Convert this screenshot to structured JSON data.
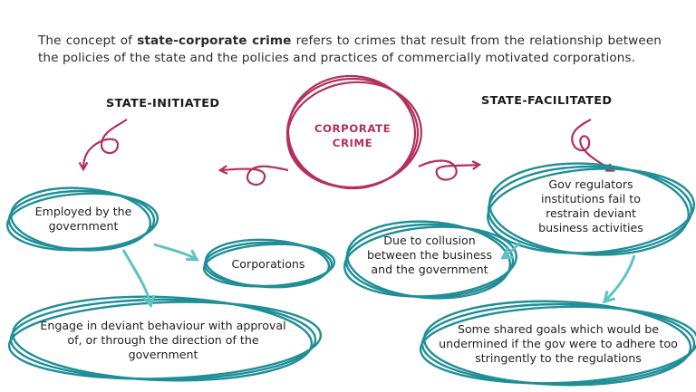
{
  "intro": {
    "prefix": "The concept of ",
    "term": "state-corporate crime",
    "suffix": " refers to crimes that result from the relationship between the policies of the state and the policies and practices of commercially motivated corporations."
  },
  "center": {
    "line1": "CORPORATE",
    "line2": "CRIME"
  },
  "left": {
    "heading": "STATE-INITIATED",
    "employed": "Employed by the government",
    "engage": "Engage in deviant behaviour with approval of, or through the direction of the government"
  },
  "middle": {
    "corporations": "Corporations"
  },
  "right": {
    "heading": "STATE-FACILITATED",
    "regulators": "Gov regulators institutions fail to restrain deviant business activities",
    "collusion": "Due to collusion between the business and the government",
    "goals": "Some shared goals which would be undermined if the gov were to adhere too stringently to the regulations"
  },
  "colors": {
    "teal": "#1f8e96",
    "teal_light": "#5fc3c4",
    "crimson": "#b3305a"
  }
}
